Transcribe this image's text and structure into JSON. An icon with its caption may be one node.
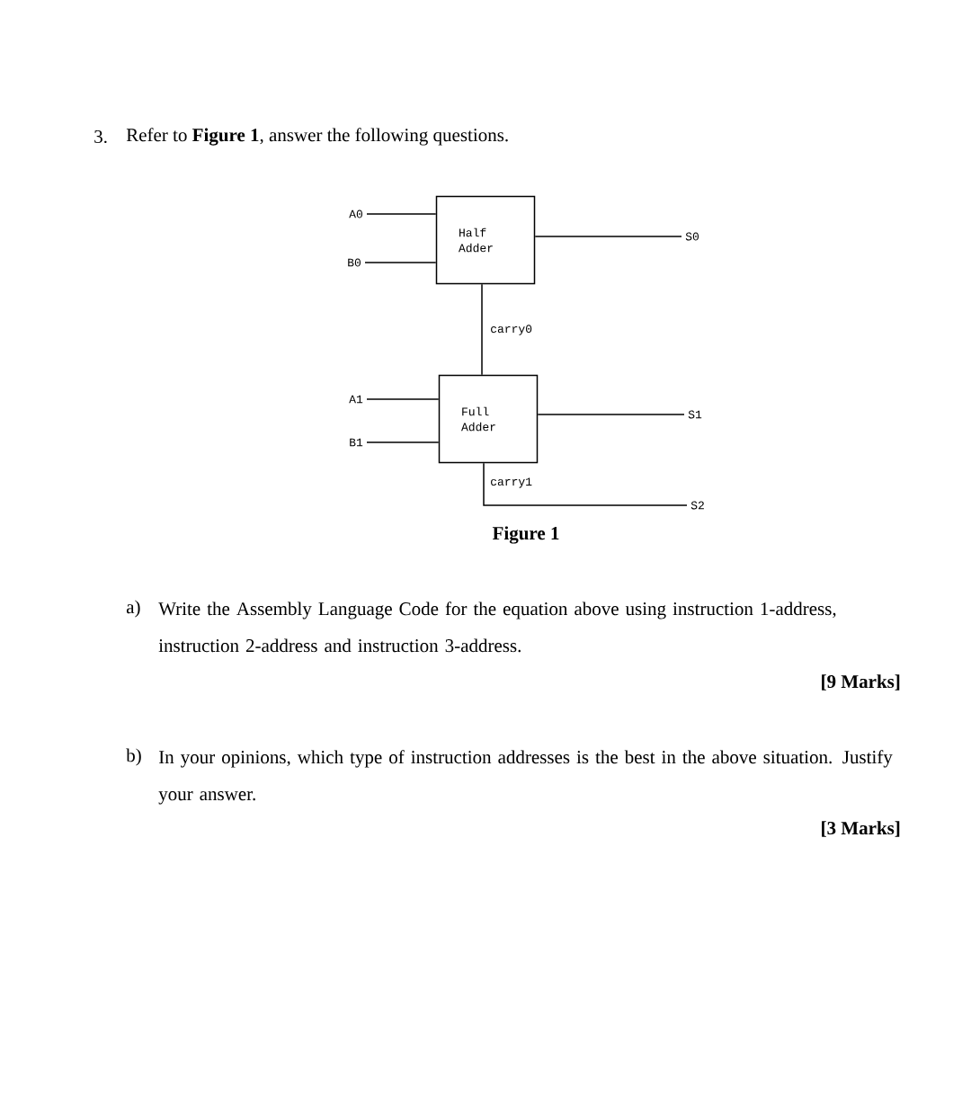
{
  "diagram": {
    "caption": "Figure 1",
    "nodes": [
      {
        "text": [
          "A0"
        ]
      },
      {
        "text": [
          "B0"
        ]
      },
      {
        "text": [
          "Half Adder"
        ]
      },
      {
        "text": [
          "S0"
        ]
      },
      {
        "text": [
          "A1"
        ]
      },
      {
        "text": [
          "B1"
        ]
      },
      {
        "text": [
          "Full Adder"
        ]
      },
      {
        "text": [
          "S1"
        ]
      },
      {
        "text": [
          "S2"
        ]
      }
    ],
    "edges": [
      {
        "from": 0,
        "to": 2,
        "arrow": "none"
      },
      {
        "from": 1,
        "to": 2,
        "arrow": "none"
      },
      {
        "from": 2,
        "to": 3,
        "arrow": "none"
      },
      {
        "from": 2,
        "to": 6,
        "arrow": "none",
        "label": "carry0"
      },
      {
        "from": 4,
        "to": 6,
        "arrow": "none"
      },
      {
        "from": 5,
        "to": 6,
        "arrow": "none"
      },
      {
        "from": 6,
        "to": 7,
        "arrow": "none"
      },
      {
        "from": 6,
        "to": 8,
        "arrow": "none",
        "label": "carry1"
      }
    ],
    "labels": [
      "3.",
      "Refer to **Figure 1**, answer the following questions.",
      "a)",
      "Write the Assembly Language Code for the equation above using instruction 1-address, instruction 2-address and instruction 3-address.",
      "[9 Marks]",
      "b)",
      "In your opinions, which type of instruction addresses is the best in the above situation. Justify your answer.",
      "[3 Marks]"
    ]
  }
}
